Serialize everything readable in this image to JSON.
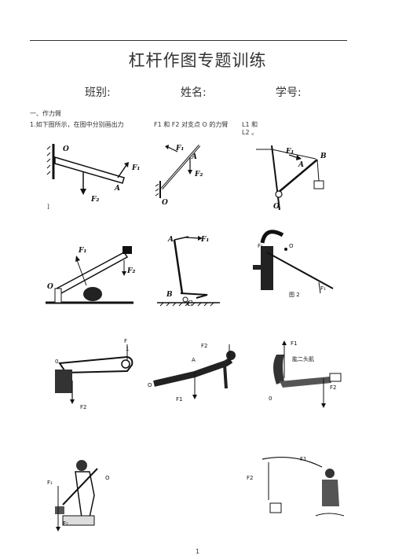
{
  "title": "杠杆作图专题训练",
  "fields": {
    "class_label": "班别:",
    "name_label": "姓名:",
    "id_label": "学号:"
  },
  "section1": "一、作力臂",
  "q1": {
    "part1": "1.如下图所示，在图中分别画出力",
    "part2": "F1 和 F2 对支点 O 的力臂",
    "part3": "L1 和",
    "part4": "L2 。"
  },
  "stray_mark": "]",
  "fig_labels": {
    "f1": {
      "O": "O",
      "F1": "F₁",
      "F2": "F₂",
      "A": "A"
    },
    "f2": {
      "F1": "F₁",
      "F2": "F₂",
      "A": "A",
      "O": "O"
    },
    "f3": {
      "F1": "F₁",
      "A": "A",
      "B": "B",
      "O": "O"
    },
    "f4": {
      "F1": "F₁",
      "F2": "F₂",
      "O": "O"
    },
    "f5": {
      "A": "A",
      "F1": "F₁",
      "B": "B",
      "C": "C"
    },
    "f6": {
      "F1": "F₁",
      "O": "O",
      "F2": "F₁",
      "caption": "图 2"
    },
    "f7": {
      "F": "F",
      "one": "1",
      "O": "0",
      "F2": "F2"
    },
    "f8": {
      "F2": "F2",
      "A": "A",
      "O": "O",
      "F1": "F1"
    },
    "f9": {
      "F1": "F1",
      "muscle": "肱二头肌",
      "F2": "F2",
      "O": "0"
    },
    "f10": {
      "F1": "F₁",
      "O": "O",
      "F2": "F₂"
    },
    "f11": {
      "F1": "F1",
      "F2": "F2"
    }
  },
  "page_number": "1"
}
